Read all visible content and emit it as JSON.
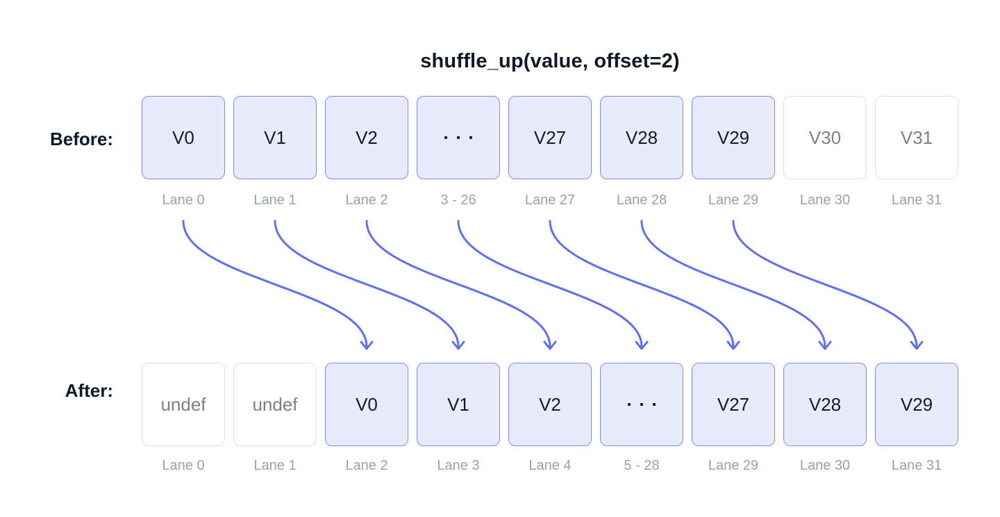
{
  "title": "shuffle_up(value, offset=2)",
  "colors": {
    "box_fill": "#E8EBFC",
    "box_border": "#7D8BF4",
    "plain_border": "#DCE0E6",
    "arrow": "#5F6FF1",
    "dark_text": "#131B2B",
    "muted_value": "#7A818C",
    "lane_text": "#9AA0AF",
    "title_color": "#0E1A28"
  },
  "rows": [
    {
      "name": "before",
      "label": "Before:",
      "cells": [
        {
          "value": "V0",
          "lane": "Lane 0",
          "style": "filled"
        },
        {
          "value": "V1",
          "lane": "Lane 1",
          "style": "filled"
        },
        {
          "value": "V2",
          "lane": "Lane 2",
          "style": "filled"
        },
        {
          "value": "···",
          "lane": "3 - 26",
          "style": "filled",
          "kind": "dots"
        },
        {
          "value": "V27",
          "lane": "Lane 27",
          "style": "filled"
        },
        {
          "value": "V28",
          "lane": "Lane 28",
          "style": "filled"
        },
        {
          "value": "V29",
          "lane": "Lane 29",
          "style": "filled"
        },
        {
          "value": "V30",
          "lane": "Lane 30",
          "style": "plain"
        },
        {
          "value": "V31",
          "lane": "Lane 31",
          "style": "plain"
        }
      ]
    },
    {
      "name": "after",
      "label": "After:",
      "cells": [
        {
          "value": "undef",
          "lane": "Lane 0",
          "style": "plain"
        },
        {
          "value": "undef",
          "lane": "Lane 1",
          "style": "plain"
        },
        {
          "value": "V0",
          "lane": "Lane 2",
          "style": "filled"
        },
        {
          "value": "V1",
          "lane": "Lane 3",
          "style": "filled"
        },
        {
          "value": "V2",
          "lane": "Lane 4",
          "style": "filled"
        },
        {
          "value": "···",
          "lane": "5 - 28",
          "style": "filled",
          "kind": "dots"
        },
        {
          "value": "V27",
          "lane": "Lane 29",
          "style": "filled"
        },
        {
          "value": "V28",
          "lane": "Lane 30",
          "style": "filled"
        },
        {
          "value": "V29",
          "lane": "Lane 31",
          "style": "filled"
        }
      ]
    }
  ],
  "arrows": [
    {
      "from_index": 0,
      "to_index": 2
    },
    {
      "from_index": 1,
      "to_index": 3
    },
    {
      "from_index": 2,
      "to_index": 4
    },
    {
      "from_index": 3,
      "to_index": 5
    },
    {
      "from_index": 4,
      "to_index": 6
    },
    {
      "from_index": 5,
      "to_index": 7
    },
    {
      "from_index": 6,
      "to_index": 8
    }
  ]
}
